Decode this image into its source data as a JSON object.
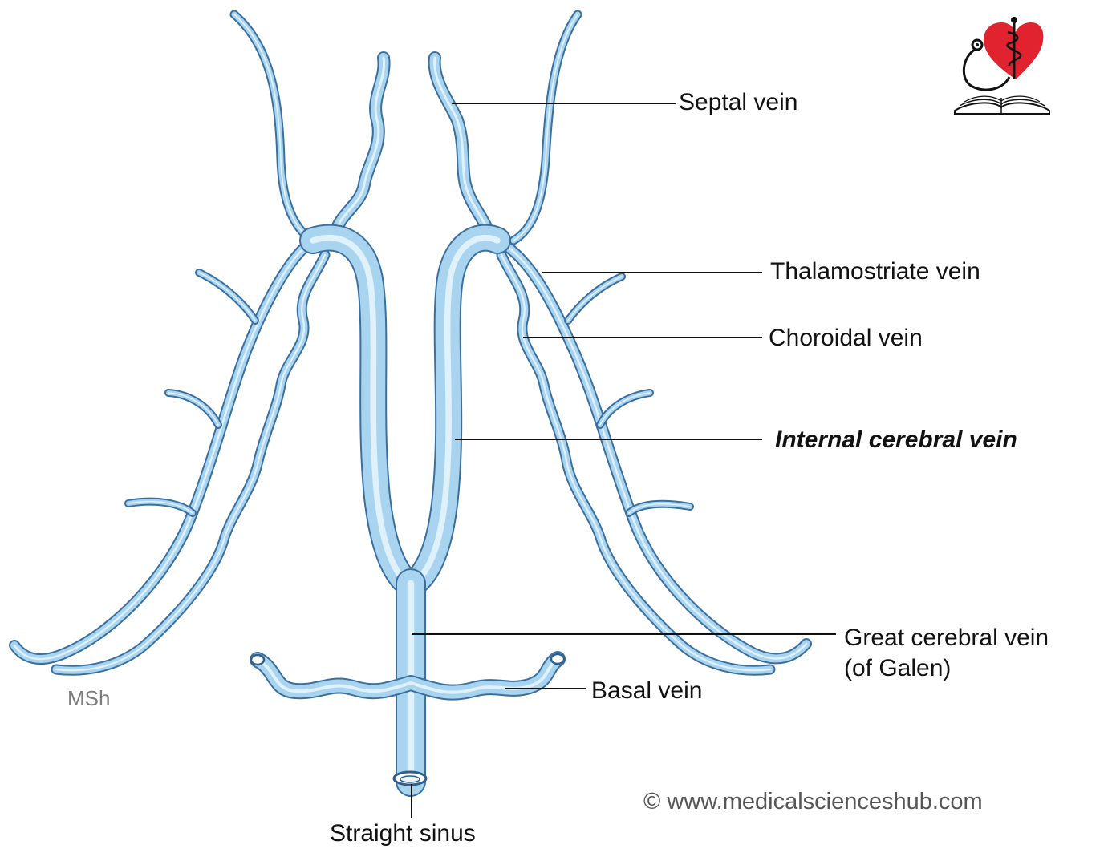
{
  "labels": {
    "septal": "Septal vein",
    "thalamostriate": "Thalamostriate vein",
    "choroidal": "Choroidal vein",
    "internal": "Internal cerebral vein",
    "great_line1": "Great cerebral vein",
    "great_line2": "(of Galen)",
    "basal": "Basal vein",
    "straight": "Straight sinus"
  },
  "signature": "MSh",
  "copyright": "© www.medicalscienceshub.com",
  "colors": {
    "vein_fill": "#a9d4ef",
    "vein_outline": "#3a6f9e",
    "logo_heart": "#e0232e"
  },
  "icons": [
    "heart-stethoscope-logo-icon",
    "caduceus-icon",
    "open-book-icon"
  ]
}
